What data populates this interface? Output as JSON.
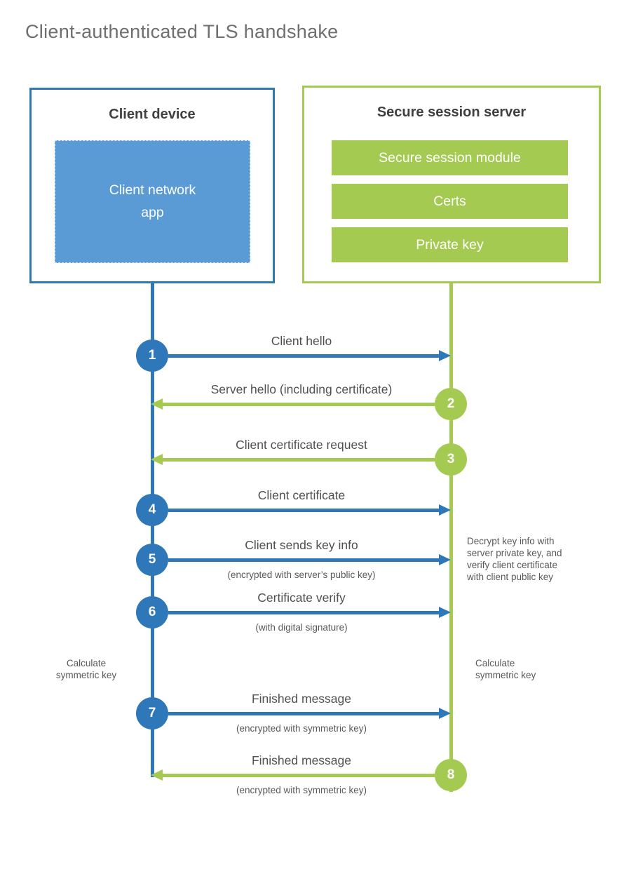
{
  "title": "Client-authenticated TLS handshake",
  "colors": {
    "blue": "#2e77b8",
    "blue_fill": "#5b9bd5",
    "green": "#a4ca52",
    "title_text": "#6e6f71",
    "heading_text": "#3f4042",
    "label_text": "#4f5052",
    "muted_text": "#58595b"
  },
  "client_box": {
    "title": "Client device",
    "app_label": "Client network\napp"
  },
  "server_box": {
    "title": "Secure session server",
    "modules": [
      "Secure session module",
      "Certs",
      "Private key"
    ]
  },
  "steps": [
    {
      "num": "1",
      "label": "Client hello",
      "sub": "",
      "direction": "right",
      "color": "blue"
    },
    {
      "num": "2",
      "label": "Server hello (including certificate)",
      "sub": "",
      "direction": "left",
      "color": "green"
    },
    {
      "num": "3",
      "label": "Client certificate request",
      "sub": "",
      "direction": "left",
      "color": "green"
    },
    {
      "num": "4",
      "label": "Client certificate",
      "sub": "",
      "direction": "right",
      "color": "blue"
    },
    {
      "num": "5",
      "label": "Client sends key info",
      "sub": "(encrypted with server’s public key)",
      "direction": "right",
      "color": "blue"
    },
    {
      "num": "6",
      "label": "Certificate verify",
      "sub": "(with digital signature)",
      "direction": "right",
      "color": "blue"
    },
    {
      "num": "7",
      "label": "Finished message",
      "sub": "(encrypted with symmetric key)",
      "direction": "right",
      "color": "blue"
    },
    {
      "num": "8",
      "label": "Finished message",
      "sub": "(encrypted with symmetric key)",
      "direction": "left",
      "color": "green"
    }
  ],
  "annotations": {
    "decrypt_note": "Decrypt key info with\nserver private key, and\nverify client certificate\nwith client public key",
    "calc_left": "Calculate\nsymmetric key",
    "calc_right": "Calculate\nsymmetric key"
  }
}
